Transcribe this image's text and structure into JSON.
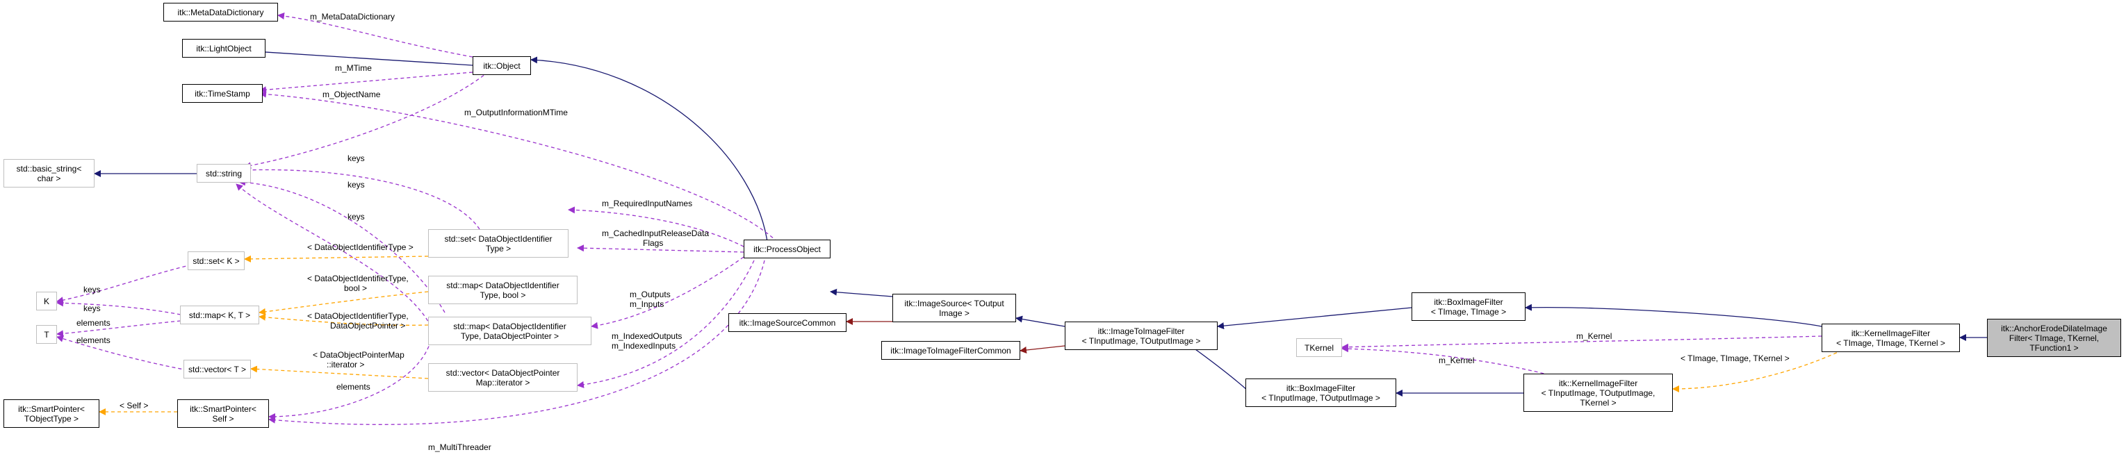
{
  "colors": {
    "inheritance": "#191970",
    "usage": "#9a32cd",
    "template": "#ffa500",
    "private": "#8b1a1a",
    "focus_fill": "#bfbfbf",
    "grey_border": "#bfbfbf"
  },
  "nodes": {
    "metadatadictionary": "itk::MetaDataDictionary",
    "lightobject": "itk::LightObject",
    "timestamp": "itk::TimeStamp",
    "object": "itk::Object",
    "basic_string": "std::basic_string<\nchar >",
    "string": "std::string",
    "set_k": "std::set< K >",
    "k": "K",
    "map_kt": "std::map< K, T >",
    "t": "T",
    "vector_t": "std::vector< T >",
    "smartptr_tobj": "itk::SmartPointer<\nTObjectType >",
    "smartptr_self": "itk::SmartPointer<\nSelf >",
    "set_doid": "std::set< DataObjectIdentifier\nType >",
    "map_doid_bool": "std::map< DataObjectIdentifier\nType, bool >",
    "map_doid_ptr": "std::map< DataObjectIdentifier\nType, DataObjectPointer >",
    "vector_dop": "std::vector< DataObjectPointer\nMap::iterator >",
    "processobject": "itk::ProcessObject",
    "imagesourcecommon": "itk::ImageSourceCommon",
    "imagesource": "itk::ImageSource< TOutput\nImage >",
    "imagetoimagefiltercommon": "itk::ImageToImageFilterCommon",
    "imagetoimagefilter": "itk::ImageToImageFilter\n< TInputImage, TOutputImage >",
    "boxfilter_tio": "itk::BoxImageFilter\n< TInputImage, TOutputImage >",
    "boxfilter_ti": "itk::BoxImageFilter\n< TImage, TImage >",
    "tkernel": "TKernel",
    "kernelfilter_tiok": "itk::KernelImageFilter\n< TInputImage, TOutputImage,\n TKernel >",
    "kernelfilter_tik": "itk::KernelImageFilter\n< TImage, TImage, TKernel >",
    "anchor": "itk::AnchorErodeDilateImage\nFilter< TImage, TKernel,\n TFunction1 >"
  },
  "edge_labels": {
    "m_metadatadictionary": "m_MetaDataDictionary",
    "m_mtime": "m_MTime",
    "m_objectname": "m_ObjectName",
    "m_outputinformationmtime": "m_OutputInformationMTime",
    "keys_1": "keys",
    "keys_2": "keys",
    "keys_3": "keys",
    "keys_4": "keys",
    "keys_5": "keys",
    "elements_1": "elements",
    "elements_2": "elements",
    "elements_3": "elements",
    "doid_type": "< DataObjectIdentifierType >",
    "doid_type_bool": "< DataObjectIdentifierType,\nbool >",
    "doid_type_ptr": "< DataObjectIdentifierType,\nDataObjectPointer >",
    "dop_map_iterator": "< DataObjectPointerMap\n::iterator >",
    "self": "< Self >",
    "m_requiredinputnames": "m_RequiredInputNames",
    "m_cachedinputreleasedataflags": "m_CachedInputReleaseData\nFlags",
    "m_outputs_inputs": "m_Outputs\nm_Inputs",
    "m_indexedoutputs_inputs": "m_IndexedOutputs\nm_IndexedInputs",
    "m_multithreader": "m_MultiThreader",
    "m_kernel_1": "m_Kernel",
    "m_kernel_2": "m_Kernel",
    "timage_tkernel": "< TImage, TImage, TKernel >"
  }
}
